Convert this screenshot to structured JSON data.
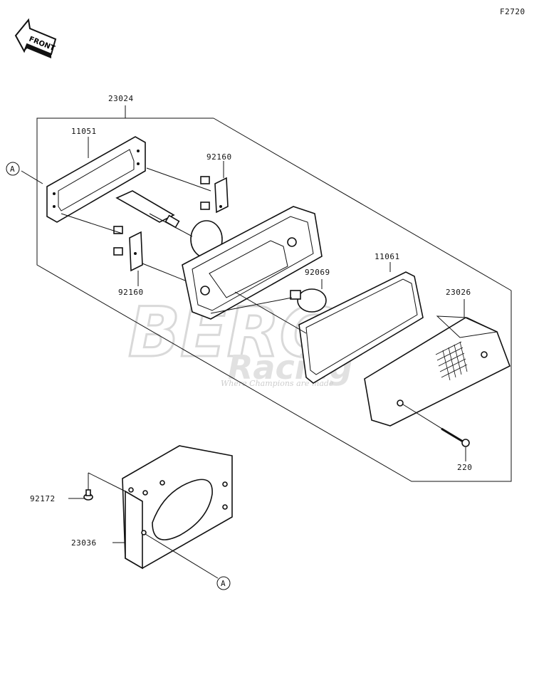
{
  "figure_code": "F2720",
  "front_arrow": {
    "label": "FRONT"
  },
  "callouts": {
    "c23024": "23024",
    "c11051": "11051",
    "c92160_top": "92160",
    "c92160_bottom": "92160",
    "c92069": "92069",
    "c11061": "11061",
    "c23026": "23026",
    "c220": "220",
    "c92172": "92172",
    "c23036": "23036"
  },
  "reference_markers": {
    "top": "A",
    "bottom": "A"
  },
  "watermark": {
    "logo_line1": "BERG",
    "logo_line2": "Racing",
    "tagline": "Where Champions are made"
  },
  "colors": {
    "line": "#111111",
    "background": "#ffffff",
    "watermark": "#d9d9d9"
  }
}
